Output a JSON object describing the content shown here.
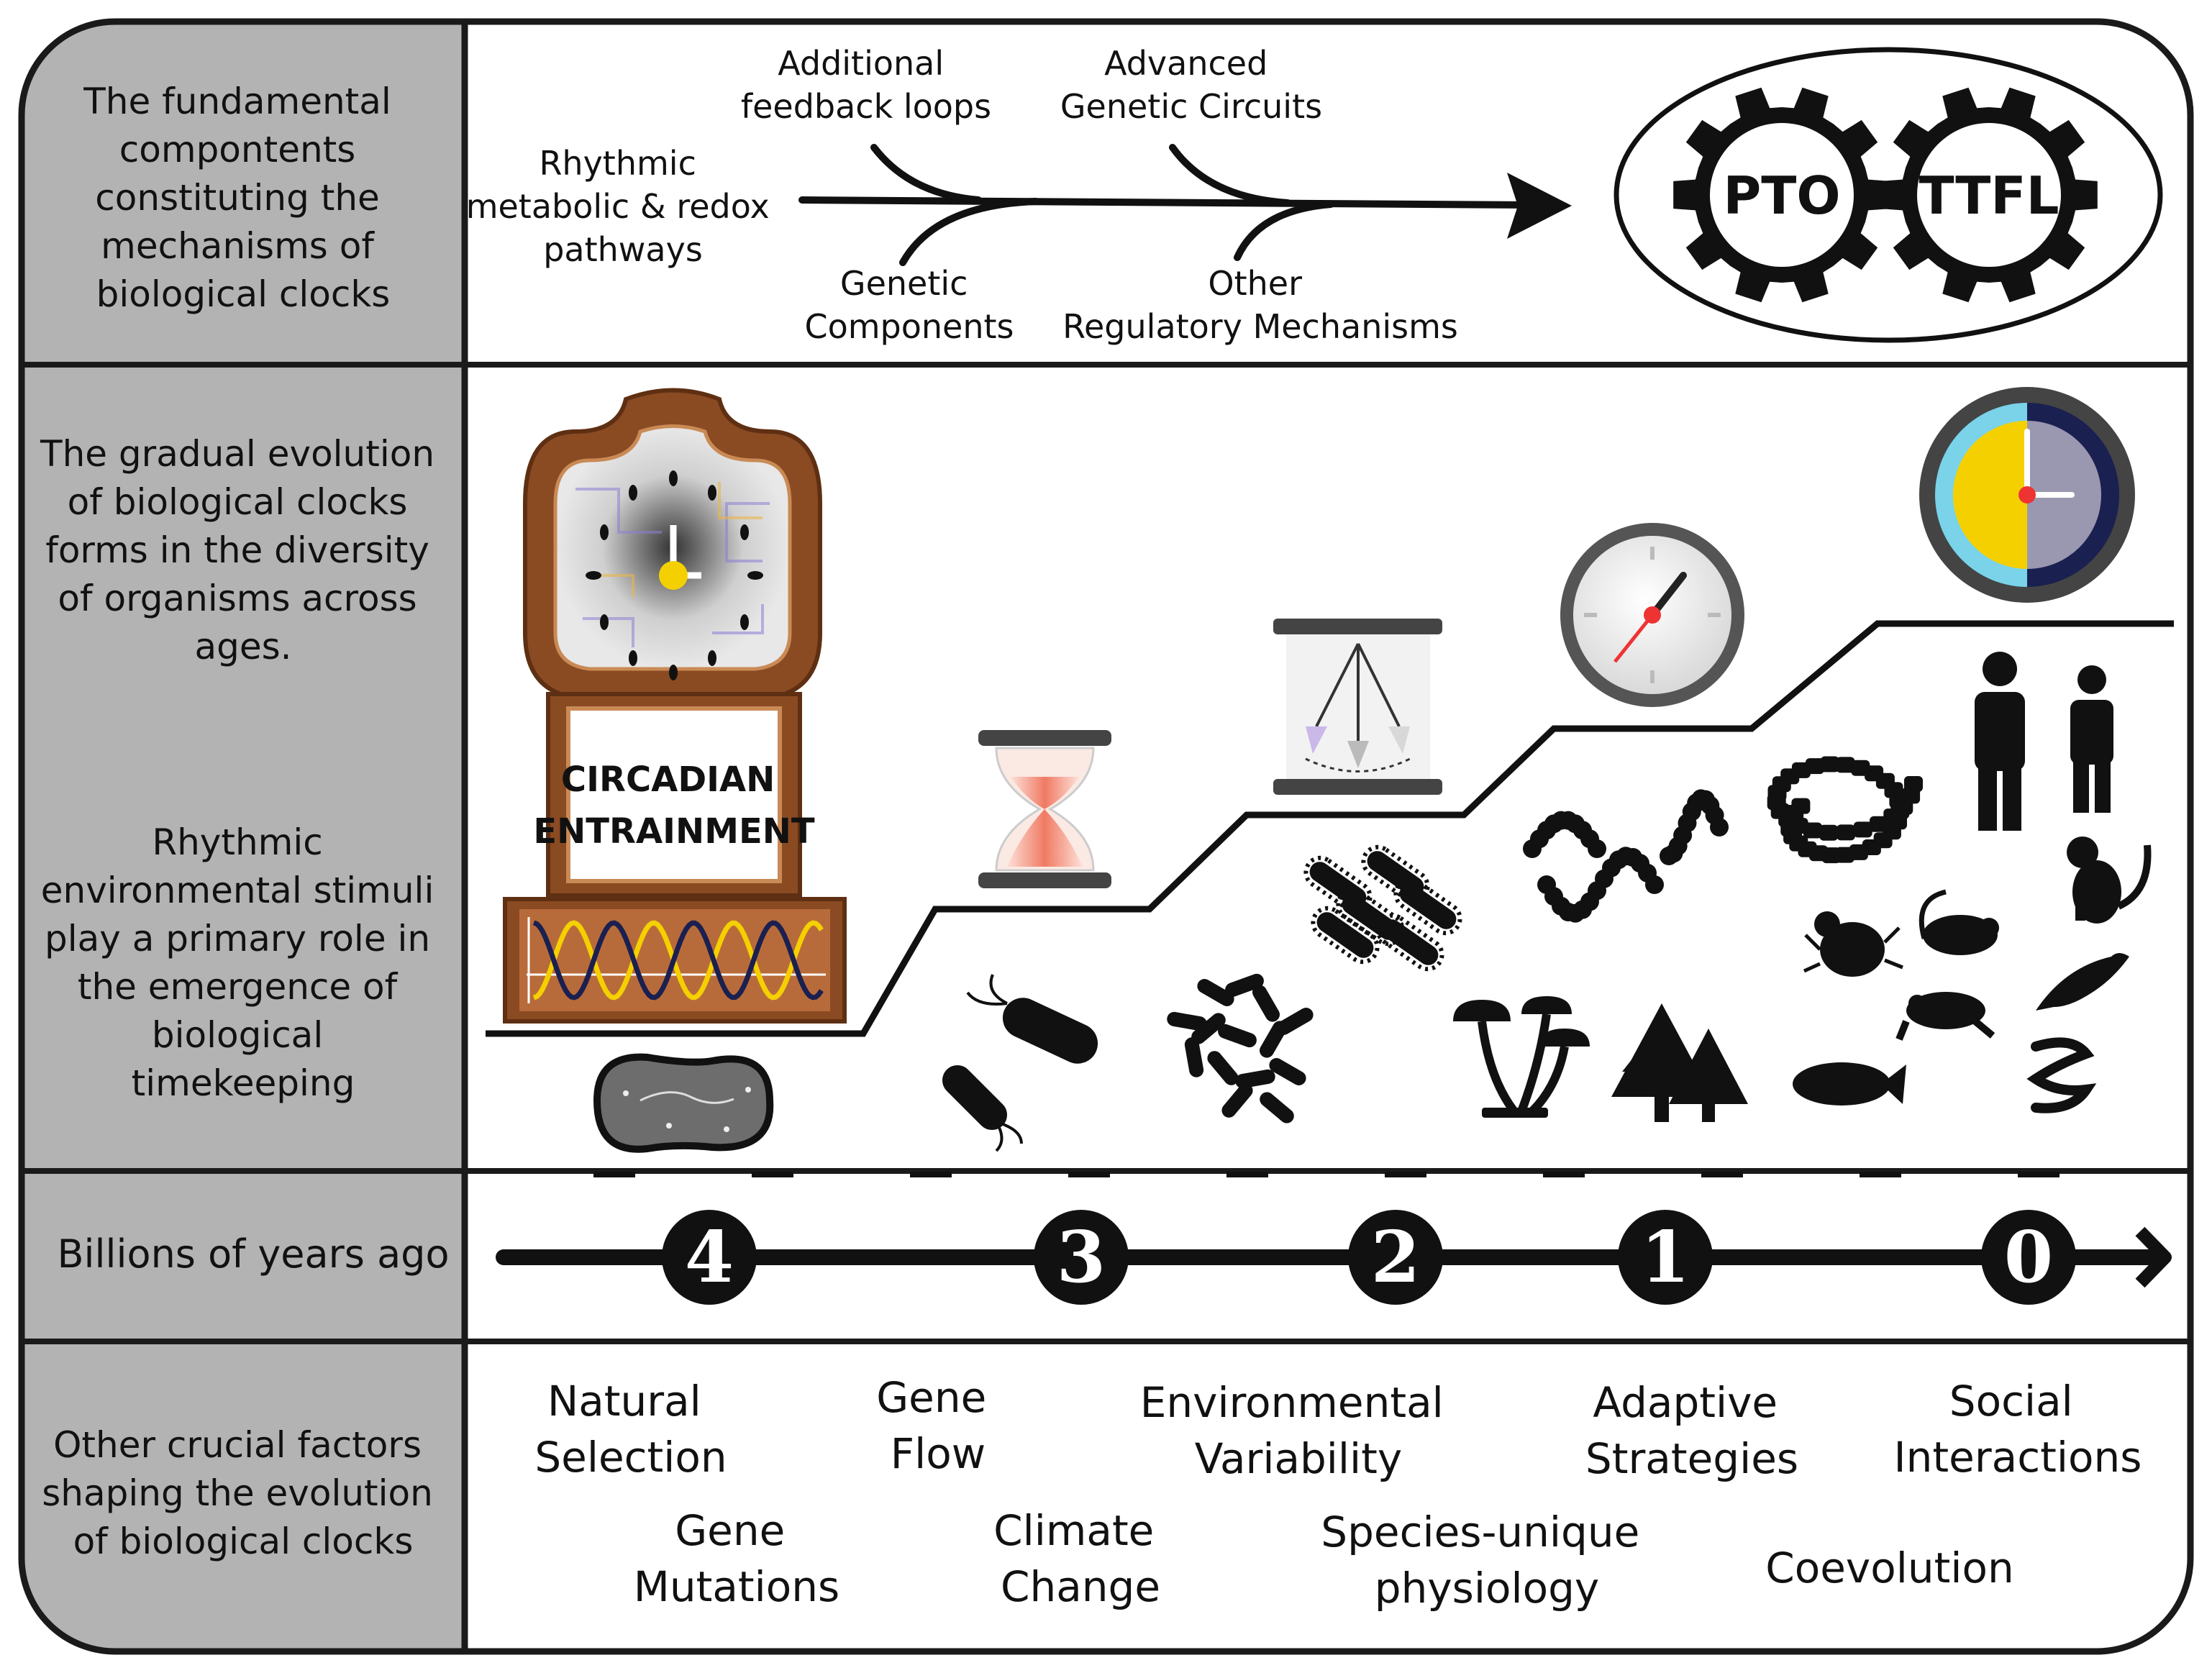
{
  "rows": {
    "row1": [
      "The fundamental",
      "compontents",
      "constituting the",
      "mechanisms of",
      "biological clocks"
    ],
    "row2a": [
      "The gradual evolution",
      "of biological clocks",
      "forms in the diversity",
      "of organisms across",
      "ages."
    ],
    "row2b": [
      "Rhythmic",
      "environmental stimuli",
      "play a primary role in",
      "the emergence of",
      "biological",
      "timekeeping"
    ],
    "row3": [
      "Billions of years ago"
    ],
    "row4": [
      "Other crucial factors",
      "shaping the evolution",
      "of biological clocks"
    ]
  },
  "mechanisms": {
    "rhythmic": [
      "Rhythmic",
      "metabolic & redox",
      "pathways"
    ],
    "feedback": [
      "Additional",
      "feedback loops"
    ],
    "genetic": [
      "Genetic",
      "Components"
    ],
    "advanced": [
      "Advanced",
      "Genetic Circuits"
    ],
    "other": [
      "Other",
      "Regulatory Mechanisms"
    ],
    "gear1": "PTO",
    "gear2": "TTFL"
  },
  "clock_sign": [
    "CIRCADIAN",
    "ENTRAINMENT"
  ],
  "timeline": [
    "4",
    "3",
    "2",
    "1",
    "0"
  ],
  "factors": {
    "natural": [
      "Natural",
      "Selection"
    ],
    "geneflow": [
      "Gene",
      "Flow"
    ],
    "envvar": [
      "Environmental",
      "Variability"
    ],
    "adaptive": [
      "Adaptive",
      "Strategies"
    ],
    "social": [
      "Social",
      "Interactions"
    ],
    "mutations": [
      "Gene",
      "Mutations"
    ],
    "climate": [
      "Climate",
      "Change"
    ],
    "species": [
      "Species-unique",
      "physiology"
    ],
    "coevolution": [
      "Coevolution"
    ]
  },
  "colors": {
    "label_bg": "#b3b3b3",
    "ink": "#111111",
    "clock_wood": "#8a4a22",
    "clock_wood_light": "#c98a55",
    "sun": "#f5d000",
    "night": "#1a2050",
    "hourglass_sand": "#f07a63"
  }
}
